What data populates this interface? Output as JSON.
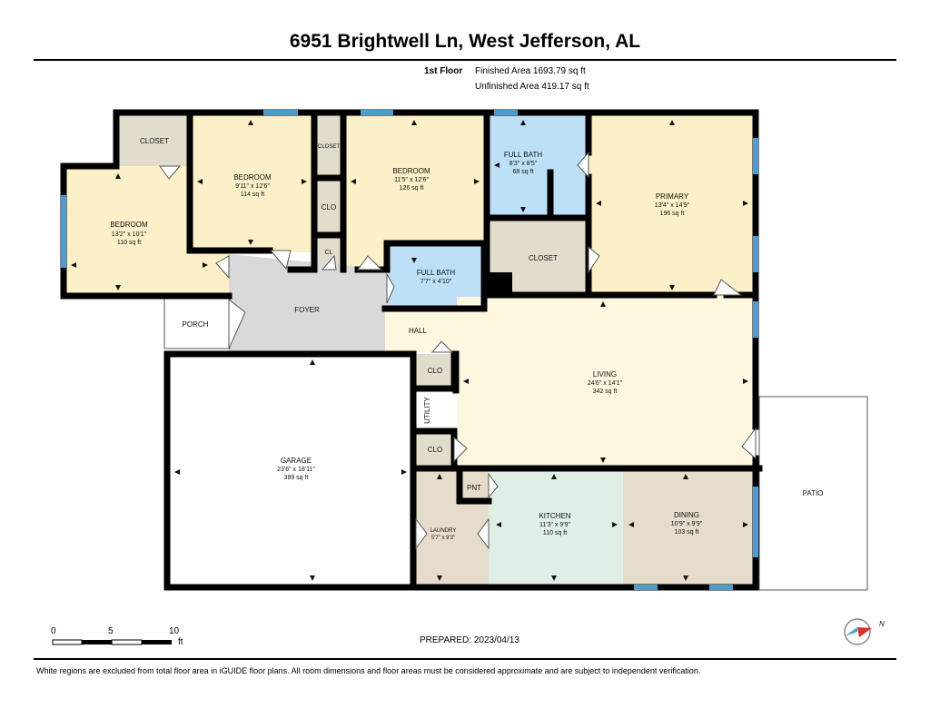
{
  "header": {
    "title": "6951 Brightwell Ln, West Jefferson, AL",
    "floor": "1st Floor",
    "finished_area": "Finished Area 1693.79 sq ft",
    "unfinished_area": "Unfinished Area 419.17 sq ft"
  },
  "rooms": {
    "closet_a": {
      "name": "CLOSET"
    },
    "bedroom1": {
      "name": "BEDROOM",
      "dims": "13'2\" x 10'1\"",
      "area": "110 sq ft"
    },
    "bedroom2": {
      "name": "BEDROOM",
      "dims": "9'11\" x 12'6\"",
      "area": "114 sq ft"
    },
    "closet_b": {
      "name": "CLOSET"
    },
    "clo_small": {
      "name": "CLO"
    },
    "cl": {
      "name": "CL"
    },
    "bedroom3": {
      "name": "BEDROOM",
      "dims": "11'5\" x 12'6\"",
      "area": "126 sq ft"
    },
    "fullbath1": {
      "name": "FULL BATH",
      "dims": "8'3\" x 8'5\"",
      "area": "68 sq ft"
    },
    "primary": {
      "name": "PRIMARY",
      "dims": "13'4\" x 14'9\"",
      "area": "196 sq ft"
    },
    "fullbath2": {
      "name": "FULL BATH",
      "dims": "7'7\" x 4'10\""
    },
    "closet_c": {
      "name": "CLOSET"
    },
    "porch": {
      "name": "PORCH"
    },
    "foyer": {
      "name": "FOYER"
    },
    "hall": {
      "name": "HALL"
    },
    "clo_hall": {
      "name": "CLO"
    },
    "utility": {
      "name": "UTILITY"
    },
    "clo_lower": {
      "name": "CLO"
    },
    "living": {
      "name": "LIVING",
      "dims": "24'6\" x 14'1\"",
      "area": "342 sq ft"
    },
    "garage": {
      "name": "GARAGE",
      "dims": "23'6\" x 18'11\"",
      "area": "389 sq ft"
    },
    "pnt": {
      "name": "PNT"
    },
    "laundry": {
      "name": "LAUNDRY",
      "dims": "5'7\" x 9'3\""
    },
    "kitchen": {
      "name": "KITCHEN",
      "dims": "11'3\" x 9'9\"",
      "area": "110 sq ft"
    },
    "dining": {
      "name": "DINING",
      "dims": "10'9\" x 9'9\"",
      "area": "103 sq ft"
    },
    "patio": {
      "name": "PATIO"
    }
  },
  "scale": {
    "labels": [
      "0",
      "5",
      "10"
    ],
    "unit": "ft"
  },
  "prepared": "PREPARED: 2023/04/13",
  "compass": {
    "label": "N"
  },
  "footer": "White regions are excluded from total floor area in iGUIDE floor plans. All room dimensions and floor areas must be considered approximate and are subject to independent verification.",
  "colors": {
    "wall": "#000000",
    "bedroom": "#fbf0c8",
    "bath": "#bde0f6",
    "closet": "#e2dccd",
    "foyer": "#d9d9d9",
    "living": "#fdf7e0",
    "kitchen": "#e0efe6",
    "dining": "#e6dccb",
    "window": "#4a9fd0"
  }
}
